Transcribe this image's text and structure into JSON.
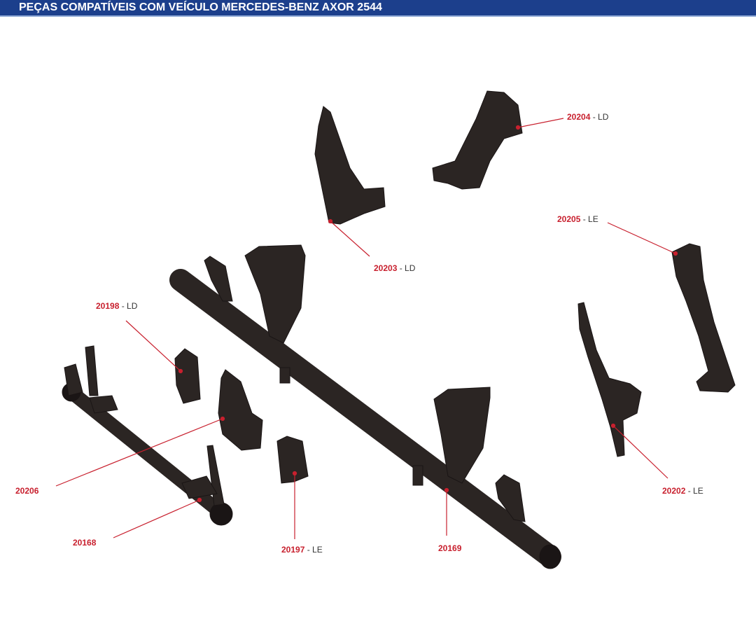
{
  "header": {
    "title": "PEÇAS COMPATÍVEIS COM VEÍCULO  MERCEDES-BENZ AXOR 2544"
  },
  "colors": {
    "header": "#1c3f8c",
    "label": "#c8202e",
    "part": "#2b2523"
  },
  "parts": [
    {
      "code": "20204",
      "side": "- LD"
    },
    {
      "code": "20203",
      "side": "- LD"
    },
    {
      "code": "20205",
      "side": "- LE"
    },
    {
      "code": "20198",
      "side": "- LD"
    },
    {
      "code": "20206",
      "side": ""
    },
    {
      "code": "20168",
      "side": ""
    },
    {
      "code": "20197",
      "side": "- LE"
    },
    {
      "code": "20169",
      "side": ""
    },
    {
      "code": "20202",
      "side": "- LE"
    }
  ]
}
